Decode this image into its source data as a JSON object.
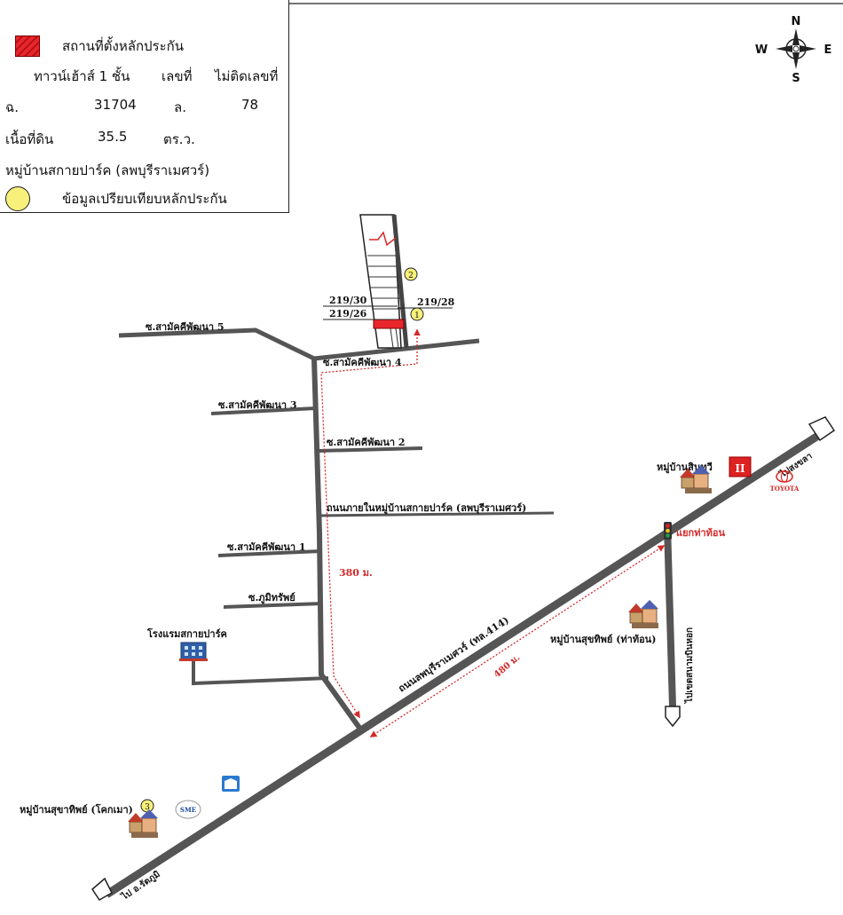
{
  "legend": {
    "collateral_location": "สถานที่ตั้งหลักประกัน",
    "property_type": "ทาวน์เฮ้าส์ 1 ชั้น",
    "house_no_label": "เลขที่",
    "house_no_value": "ไม่ติดเลขที่",
    "deed_label": "ฉ.",
    "deed_no": "31704",
    "land_label": "ล.",
    "land_no": "78",
    "area_label": "เนื้อที่ดิน",
    "area_value": "35.5",
    "area_unit": "ตร.ว.",
    "village": "หมู่บ้านสกายปาร์ค (ลพบุรีราเมศวร์)",
    "comparison_data": "ข้อมูลเปรียบเทียบหลักประกัน",
    "highlight_color": "#e8262c",
    "comparison_color": "#f7f07a"
  },
  "compass": {
    "n": "N",
    "s": "S",
    "e": "E",
    "w": "W"
  },
  "map": {
    "soi5": "ซ.สามัคคีพัฒนา 5",
    "soi4": "ซ.สามัคคีพัฒนา 4",
    "soi3": "ซ.สามัคคีพัฒนา 3",
    "soi2": "ซ.สามัคคีพัฒนา 2",
    "soi1": "ซ.สามัคคีพัฒนา 1",
    "soi_phumsap": "ซ.ภูมิทรัพย์",
    "main_village_road": "ถนนภายในหมู่บ้านสกายปาร์ค (ลพบุรีราเมศวร์)",
    "hotel": "โรงแรมสกายปาร์ค",
    "highway": "ถนนลพบุรีราเมศวร์ (ทล.414)",
    "dist1": "380 ม.",
    "dist2": "480 ม.",
    "junction": "แยกท่าท้อน",
    "to_songkhla": "ไปสงขลา",
    "to_ratthaphum": "ไป อ.รัตภูมิ",
    "to_airport": "ไปเขตสนามบินหอก",
    "village_sinthawi": "หมู่บ้านสินทวี",
    "village_suthathip_thathon": "หมู่บ้านสุขทิพย์ (ท่าท้อน)",
    "village_suthathip_khokmueang": "หมู่บ้านสุขาทิพย์ (โคกเมา)",
    "toyota": "TOYOTA",
    "plot1": "219/30",
    "plot2": "219/26",
    "plot3": "219/28",
    "marker1": "1",
    "marker2": "2",
    "marker3": "3",
    "bank_logo": "SME",
    "isuzu_logo": "II"
  }
}
